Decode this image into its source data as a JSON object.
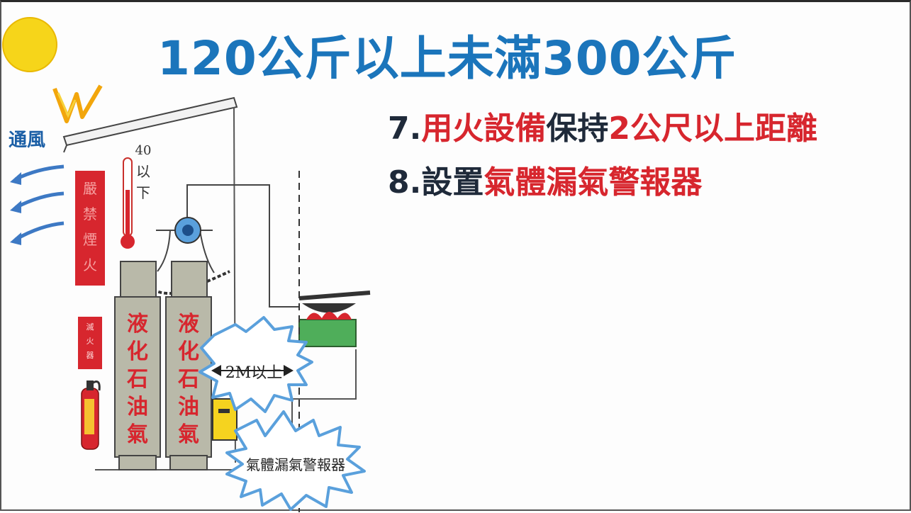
{
  "title": "120公斤以上未滿300公斤",
  "rules": [
    {
      "num": "7.",
      "parts": [
        {
          "text": "用火設備",
          "red": true
        },
        {
          "text": "保持",
          "red": false
        },
        {
          "text": "2公尺以上距離",
          "red": true
        }
      ]
    },
    {
      "num": "8.",
      "parts": [
        {
          "text": "設置",
          "red": false
        },
        {
          "text": "氣體漏氣警報器",
          "red": true
        }
      ]
    }
  ],
  "illustration": {
    "ventilation_label": "通風",
    "temp_label_top": "40",
    "temp_label_mid": "以",
    "temp_label_bot": "下",
    "no_fire_sign": [
      "嚴",
      "禁",
      "煙",
      "火"
    ],
    "extinguisher_sign": [
      "滅",
      "火",
      "器"
    ],
    "cylinder_label": [
      "液",
      "化",
      "石",
      "油",
      "氣"
    ],
    "distance_label": "2M以上",
    "detector_label": "氣體漏氣警報器"
  },
  "colors": {
    "title_blue": "#1b75bb",
    "red": "#d7262e",
    "dark": "#1f2a3a",
    "burst_blue": "#5aa0dc"
  }
}
